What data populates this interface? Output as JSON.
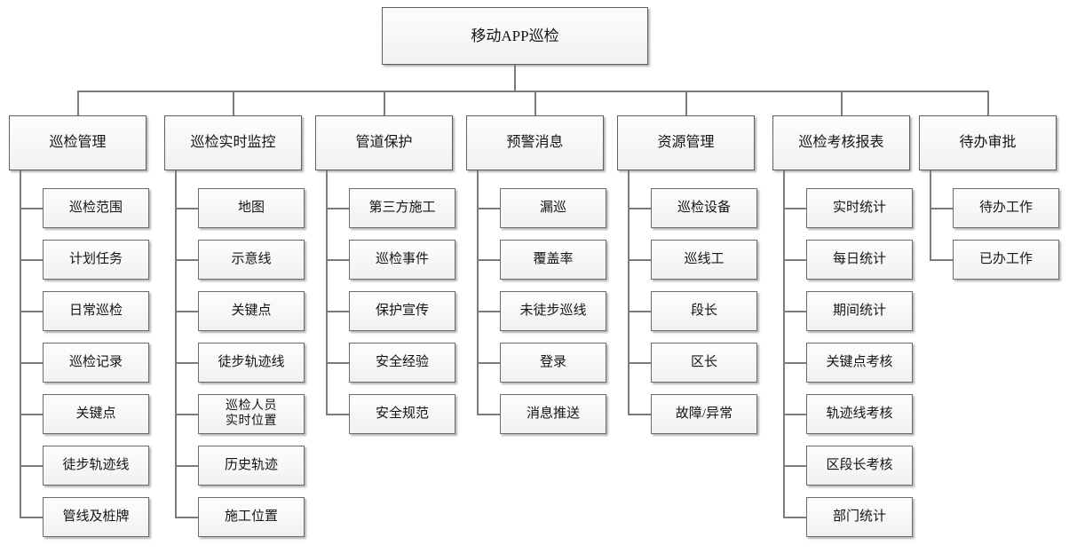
{
  "diagram": {
    "type": "tree",
    "title": "移动APP巡检",
    "root": {
      "label": "移动APP巡检"
    },
    "branches": [
      {
        "label": "巡检管理",
        "children": [
          "巡检范围",
          "计划任务",
          "日常巡检",
          "巡检记录",
          "关键点",
          "徒步轨迹线",
          "管线及桩牌"
        ]
      },
      {
        "label": "巡检实时监控",
        "children": [
          "地图",
          "示意线",
          "关键点",
          "徒步轨迹线",
          "巡检人员\n实时位置",
          "历史轨迹",
          "施工位置"
        ]
      },
      {
        "label": "管道保护",
        "children": [
          "第三方施工",
          "巡检事件",
          "保护宣传",
          "安全经验",
          "安全规范"
        ]
      },
      {
        "label": "预警消息",
        "children": [
          "漏巡",
          "覆盖率",
          "未徒步巡线",
          "登录",
          "消息推送"
        ]
      },
      {
        "label": "资源管理",
        "children": [
          "巡检设备",
          "巡线工",
          "段长",
          "区长",
          "故障/异常"
        ]
      },
      {
        "label": "巡检考核报表",
        "children": [
          "实时统计",
          "每日统计",
          "期间统计",
          "关键点考核",
          "轨迹线考核",
          "区段长考核",
          "部门统计"
        ]
      },
      {
        "label": "待办审批",
        "children": [
          "待办工作",
          "已办工作"
        ]
      }
    ],
    "colors": {
      "node_fill": "#f7f7f7",
      "node_border": "#6f6f6f",
      "connector": "#7b7b7b",
      "text": "#141414",
      "background": "#ffffff"
    }
  }
}
